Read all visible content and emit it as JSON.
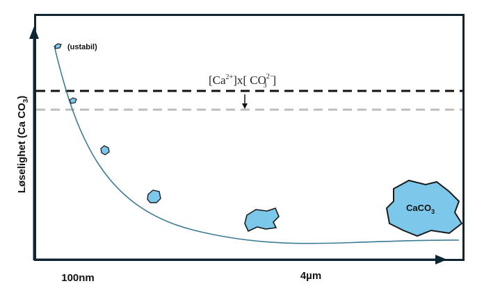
{
  "y_axis_label": "Løselighet (Ca CO3)",
  "y_axis_label_main": "Løselighet (Ca CO",
  "y_axis_label_sub": "3",
  "y_axis_label_end": ")",
  "x_ticks": [
    "100nm",
    "4µm"
  ],
  "particle_note": "(ustabil)",
  "product_label": {
    "prefix": "[Ca",
    "ca_charge": "2+",
    "mid": "]x[ CO",
    "co3_sub": "3",
    "co3_charge": "2−",
    "suffix": "]"
  },
  "crystal_label": {
    "main": "CaCO",
    "sub": "3"
  },
  "colors": {
    "curve": "#3a7a93",
    "particle_fill": "#7cc8ea",
    "particle_stroke": "#1a1a1a",
    "line_black": "#111111",
    "line_gray": "#bdbdbd",
    "frame": "#0f2533"
  }
}
